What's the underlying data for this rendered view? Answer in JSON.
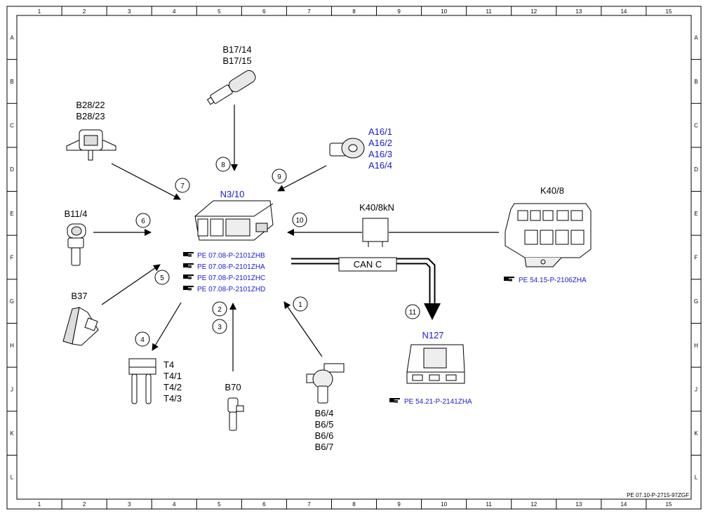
{
  "grid": {
    "columns": [
      "1",
      "2",
      "3",
      "4",
      "5",
      "6",
      "7",
      "8",
      "9",
      "10",
      "11",
      "12",
      "13",
      "14",
      "15"
    ],
    "rows": [
      "A",
      "B",
      "C",
      "D",
      "E",
      "F",
      "G",
      "H",
      "J",
      "K",
      "L"
    ]
  },
  "components": {
    "b17": [
      "B17/14",
      "B17/15"
    ],
    "b28": [
      "B28/22",
      "B28/23"
    ],
    "a16": [
      "A16/1",
      "A16/2",
      "A16/3",
      "A16/4"
    ],
    "n3": "N3/10",
    "b11": "B11/4",
    "k40_relay": "K40/8kN",
    "k40": "K40/8",
    "b37": "B37",
    "t4": [
      "T4",
      "T4/1",
      "T4/2",
      "T4/3"
    ],
    "b70": "B70",
    "b6": [
      "B6/4",
      "B6/5",
      "B6/6",
      "B6/7"
    ],
    "n127": "N127",
    "can": "CAN C"
  },
  "references": {
    "n3": [
      "PE 07.08-P-2101ZHB",
      "PE 07.08-P-2101ZHA",
      "PE 07.08-P-2101ZHC",
      "PE 07.08-P-2101ZHD"
    ],
    "k40": "PE 54.15-P-2106ZHA",
    "n127": "PE 54.21-P-2141ZHA"
  },
  "connections": [
    "1",
    "2",
    "3",
    "4",
    "5",
    "6",
    "7",
    "8",
    "9",
    "10",
    "11"
  ],
  "footer_code": "PE 07.10-P-2715-97ZGF",
  "colors": {
    "link": "#1a1ad6",
    "line": "#000000"
  },
  "icons": {
    "reference": "pointing-hand-icon"
  }
}
